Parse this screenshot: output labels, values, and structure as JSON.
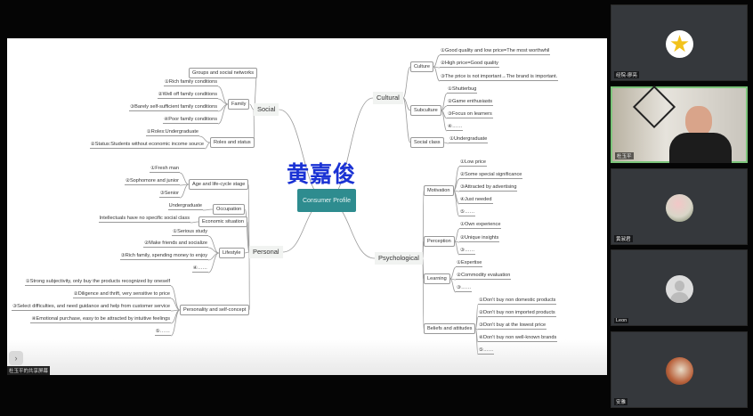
{
  "watermark": "黄嘉俊",
  "center": "Consumer Profile",
  "share_label": "杜玉平的共享屏幕",
  "social": {
    "label": "Social",
    "groups": "Groups and social networks",
    "family": "Family",
    "family_items": [
      "①Rich family conditions",
      "②Well off family conditions",
      "③Barely self-sufficient family conditions",
      "④Poor family conditions"
    ],
    "roles": "Roles and status",
    "roles_items": [
      "①Roles:Undergraduate",
      "②Status:Students without economic income source"
    ]
  },
  "personal": {
    "label": "Personal",
    "age": "Age and life-cycle stage",
    "age_items": [
      "①Fresh man",
      "②Sophomore and junior",
      "③Senior"
    ],
    "occupation": "Occupation",
    "occupation_item": "Undergraduate",
    "economic": "Economic situation",
    "economic_item": "Intellectuals have no specific social class",
    "lifestyle": "Lifestyle",
    "lifestyle_items": [
      "①Serious study",
      "②Make friends and socialize",
      "③Rich family, spending money to enjoy",
      "④……"
    ],
    "personality": "Personality and self-concept",
    "personality_items": [
      "①Strong subjectivity, only buy the products recognized by oneself",
      "②Diligence and thrift, very sensitive to price",
      "③Select difficulties, and need guidance and help from customer service",
      "④Emotional purchase, easy to be attracted by intuitive feelings",
      "⑤……"
    ]
  },
  "cultural": {
    "label": "Cultural",
    "culture": "Culture",
    "culture_items": [
      "①Good quality and low price=The most worthwhil",
      "②High price=Good quality",
      "③The price is not important→The brand is important."
    ],
    "subculture": "Subculture",
    "subculture_items": [
      "①Shutterbug",
      "②Game enthusiasts",
      "③Focus on learners",
      "④……"
    ],
    "social_class": "Social class",
    "social_class_item": "①Undergraduate"
  },
  "psychological": {
    "label": "Psychological",
    "motivation": "Motivation",
    "motivation_items": [
      "①Low price",
      "②Some special significance",
      "③Attracted by advertising",
      "④Just needed",
      "⑤……"
    ],
    "perception": "Perception",
    "perception_items": [
      "①Own experience",
      "②Unique insights",
      "③……"
    ],
    "learning": "Learning",
    "learning_items": [
      "①Expertise",
      "②Commodity evaluation",
      "③……"
    ],
    "beliefs": "Beliefs and attitudes",
    "beliefs_items": [
      "①Don't buy non domestic products",
      "②Don't buy non imported products",
      "③Don't buy at the lowest price",
      "④Don't buy non well-known brands",
      "⑤……"
    ]
  },
  "participants": [
    {
      "name": "经院-廖亮"
    },
    {
      "name": "杜玉平"
    },
    {
      "name": "黄淑君"
    },
    {
      "name": "Leon"
    },
    {
      "name": "安雅"
    }
  ]
}
